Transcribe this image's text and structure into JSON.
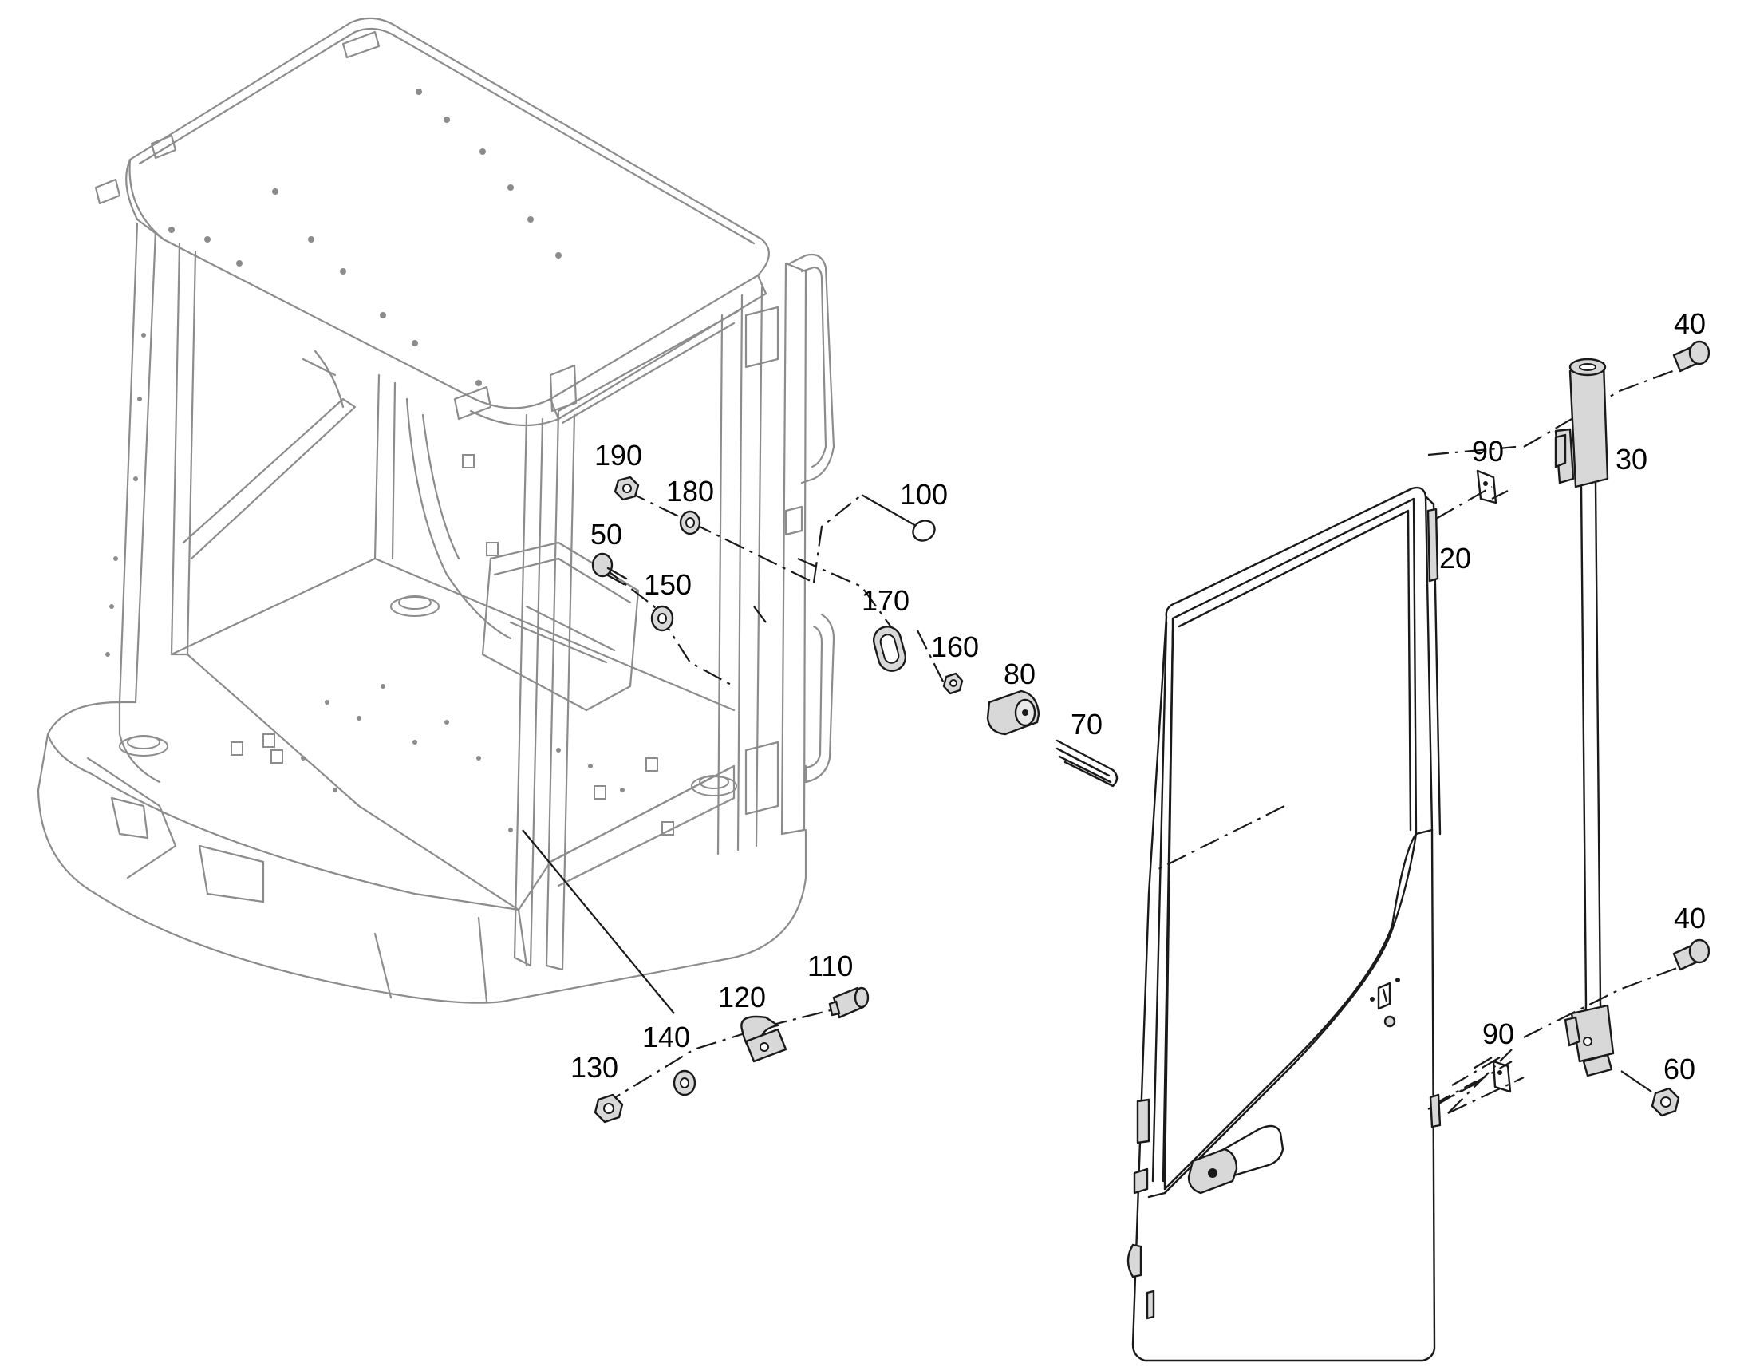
{
  "callouts": {
    "c190": "190",
    "c180": "180",
    "c100": "100",
    "c50": "50",
    "c150": "150",
    "c170": "170",
    "c160": "160",
    "c80": "80",
    "c70": "70",
    "c110": "110",
    "c120": "120",
    "c140": "140",
    "c130": "130",
    "c40a": "40",
    "c30": "30",
    "c90a": "90",
    "c20": "20",
    "c40b": "40",
    "c90b": "90",
    "c60": "60"
  },
  "parts": [
    {
      "id": "cab-frame",
      "icon": "cab-frame-icon"
    },
    {
      "id": "door",
      "icon": "door-panel-icon"
    },
    {
      "id": "gas-strut",
      "icon": "gas-strut-icon"
    }
  ]
}
